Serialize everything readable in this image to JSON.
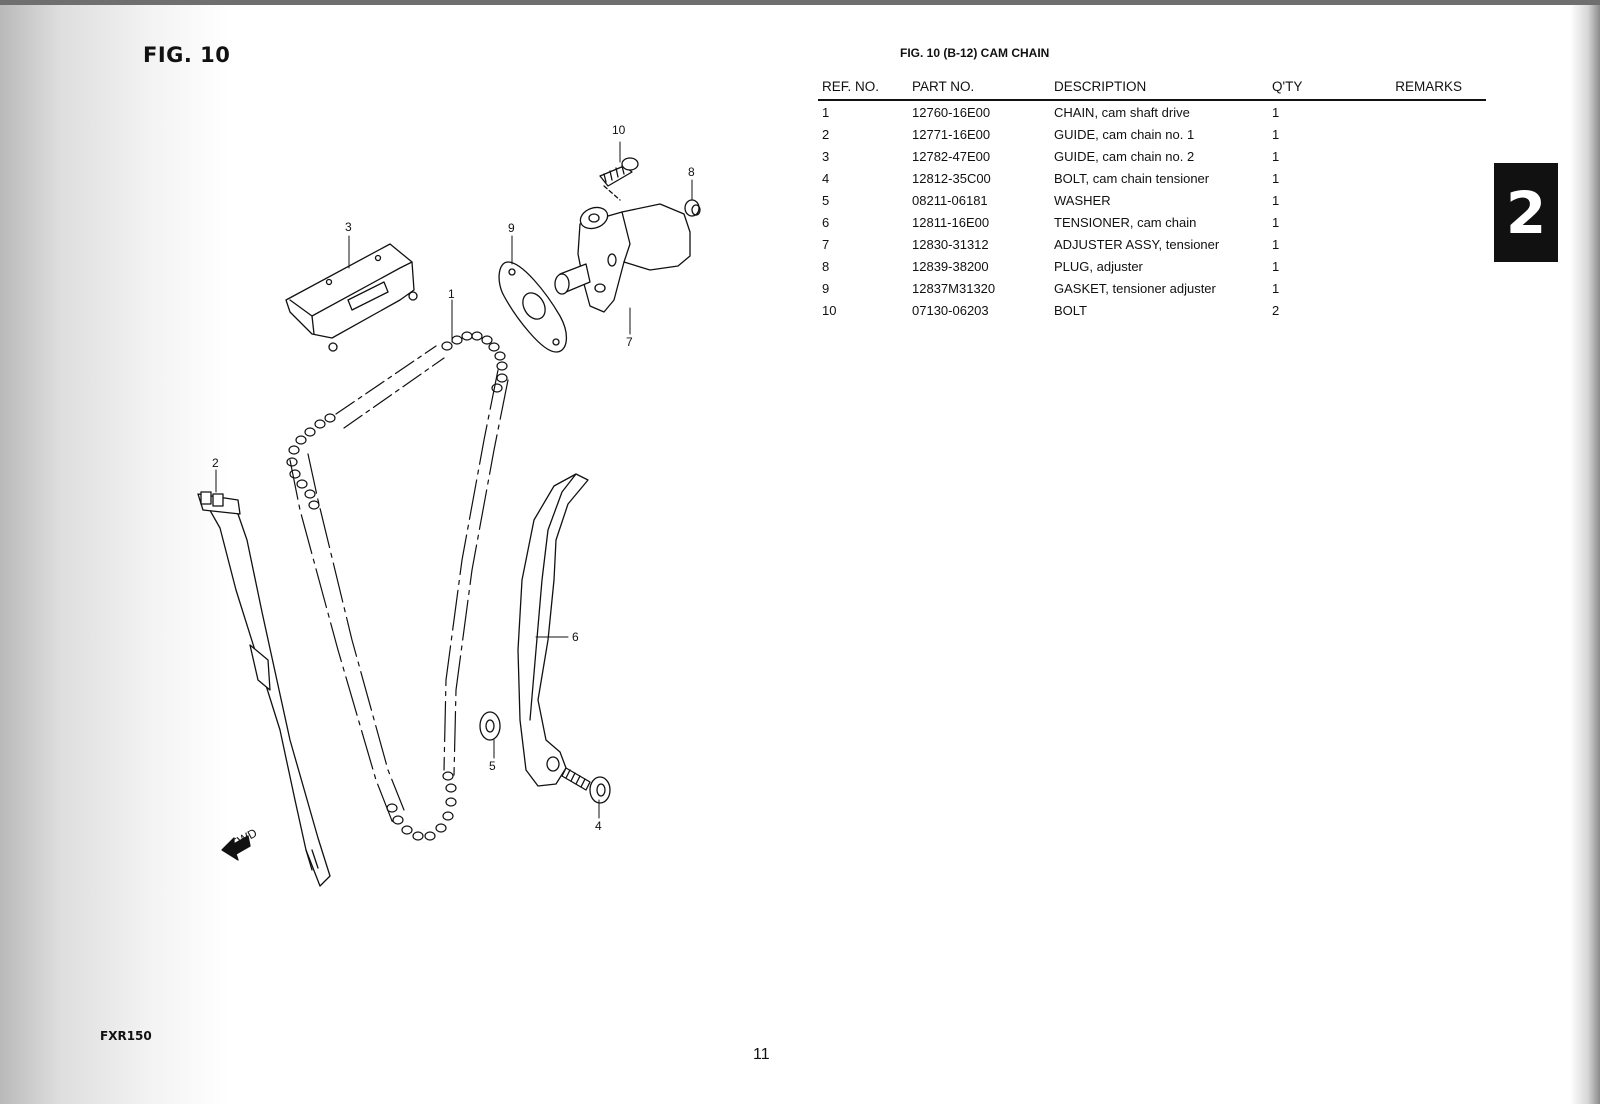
{
  "figure": {
    "title": "FIG. 10",
    "table_title": "FIG. 10 (B-12)  CAM CHAIN",
    "section_tab": "2",
    "footer_model": "FXR150",
    "page_number": "11"
  },
  "table": {
    "headers": {
      "ref": "REF. NO.",
      "part": "PART NO.",
      "description": "DESCRIPTION",
      "qty": "Q'TY",
      "remarks": "REMARKS"
    },
    "rows": [
      {
        "ref": "1",
        "part": "12760-16E00",
        "description": "CHAIN, cam shaft drive",
        "qty": "1",
        "remarks": ""
      },
      {
        "ref": "2",
        "part": "12771-16E00",
        "description": "GUIDE, cam chain no. 1",
        "qty": "1",
        "remarks": ""
      },
      {
        "ref": "3",
        "part": "12782-47E00",
        "description": "GUIDE, cam chain no. 2",
        "qty": "1",
        "remarks": ""
      },
      {
        "ref": "4",
        "part": "12812-35C00",
        "description": "BOLT, cam chain tensioner",
        "qty": "1",
        "remarks": ""
      },
      {
        "ref": "5",
        "part": "08211-06181",
        "description": "WASHER",
        "qty": "1",
        "remarks": ""
      },
      {
        "ref": "6",
        "part": "12811-16E00",
        "description": "TENSIONER, cam chain",
        "qty": "1",
        "remarks": ""
      },
      {
        "ref": "7",
        "part": "12830-31312",
        "description": "ADJUSTER ASSY, tensioner",
        "qty": "1",
        "remarks": ""
      },
      {
        "ref": "8",
        "part": "12839-38200",
        "description": "PLUG, adjuster",
        "qty": "1",
        "remarks": ""
      },
      {
        "ref": "9",
        "part": "12837M31320",
        "description": "GASKET, tensioner adjuster",
        "qty": "1",
        "remarks": ""
      },
      {
        "ref": "10",
        "part": "07130-06203",
        "description": "BOLT",
        "qty": "2",
        "remarks": ""
      }
    ]
  },
  "diagram": {
    "callouts": [
      "1",
      "2",
      "3",
      "4",
      "5",
      "6",
      "7",
      "8",
      "9",
      "10"
    ],
    "front_arrow_text": "FWD"
  }
}
